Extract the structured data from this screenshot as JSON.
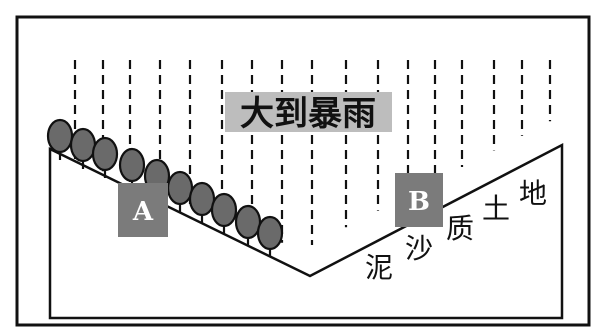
{
  "title": "大到暴雨",
  "labels": {
    "a": "A",
    "b": "B"
  },
  "soil_chars": [
    "泥",
    "沙",
    "质",
    "土",
    "地"
  ],
  "colors": {
    "tree_fill": "#6a6a6a",
    "label_box": "#7b7b7b",
    "title_bg": "#bdbdbd",
    "line": "#111111"
  }
}
